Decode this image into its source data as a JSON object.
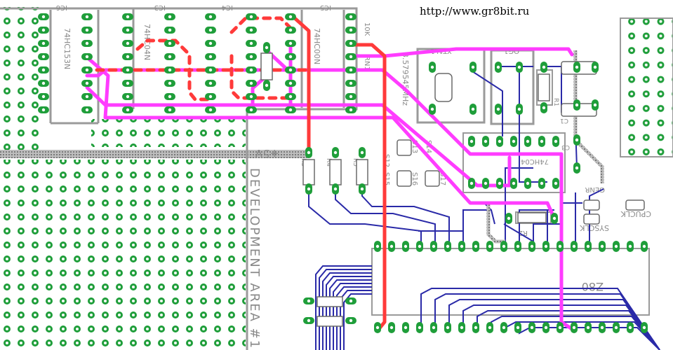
{
  "website_url": "http://www.gr8bit.ru",
  "colors": {
    "background": "#ffffff",
    "silkscreen": "#9a9a9a",
    "pad_green": "#1f9e3a",
    "pad_hole": "#ffffff",
    "trace_magenta": "#ff3cff",
    "trace_red": "#ff3a3a",
    "trace_blue": "#2a2aa8",
    "bus_gray": "#9e9e9e"
  },
  "ic_labels": [
    "IC6",
    "IC3",
    "IC4",
    "IC5"
  ],
  "chip_parts": [
    "74HC153N",
    "74HC04N",
    "74HC00N"
  ],
  "resistor_labels": [
    "R3",
    "R4",
    "R5",
    "R1",
    "R2"
  ],
  "resistor_values": [
    "1K",
    "10K"
  ],
  "crystal_labels": [
    "XTAL1",
    "OG1",
    "3.579545MHz"
  ],
  "cap_labels": [
    "C2",
    "C1",
    "C3"
  ],
  "switch_labels": [
    "S12",
    "S13",
    "S14",
    "S15",
    "S16",
    "S17"
  ],
  "misc_labels": [
    "+5V",
    "GENR",
    "74HC04",
    "CPUCLK",
    "SYSCLK",
    "RN1",
    "Z80"
  ],
  "area_label": "DEVELOPMENT AREA #1"
}
